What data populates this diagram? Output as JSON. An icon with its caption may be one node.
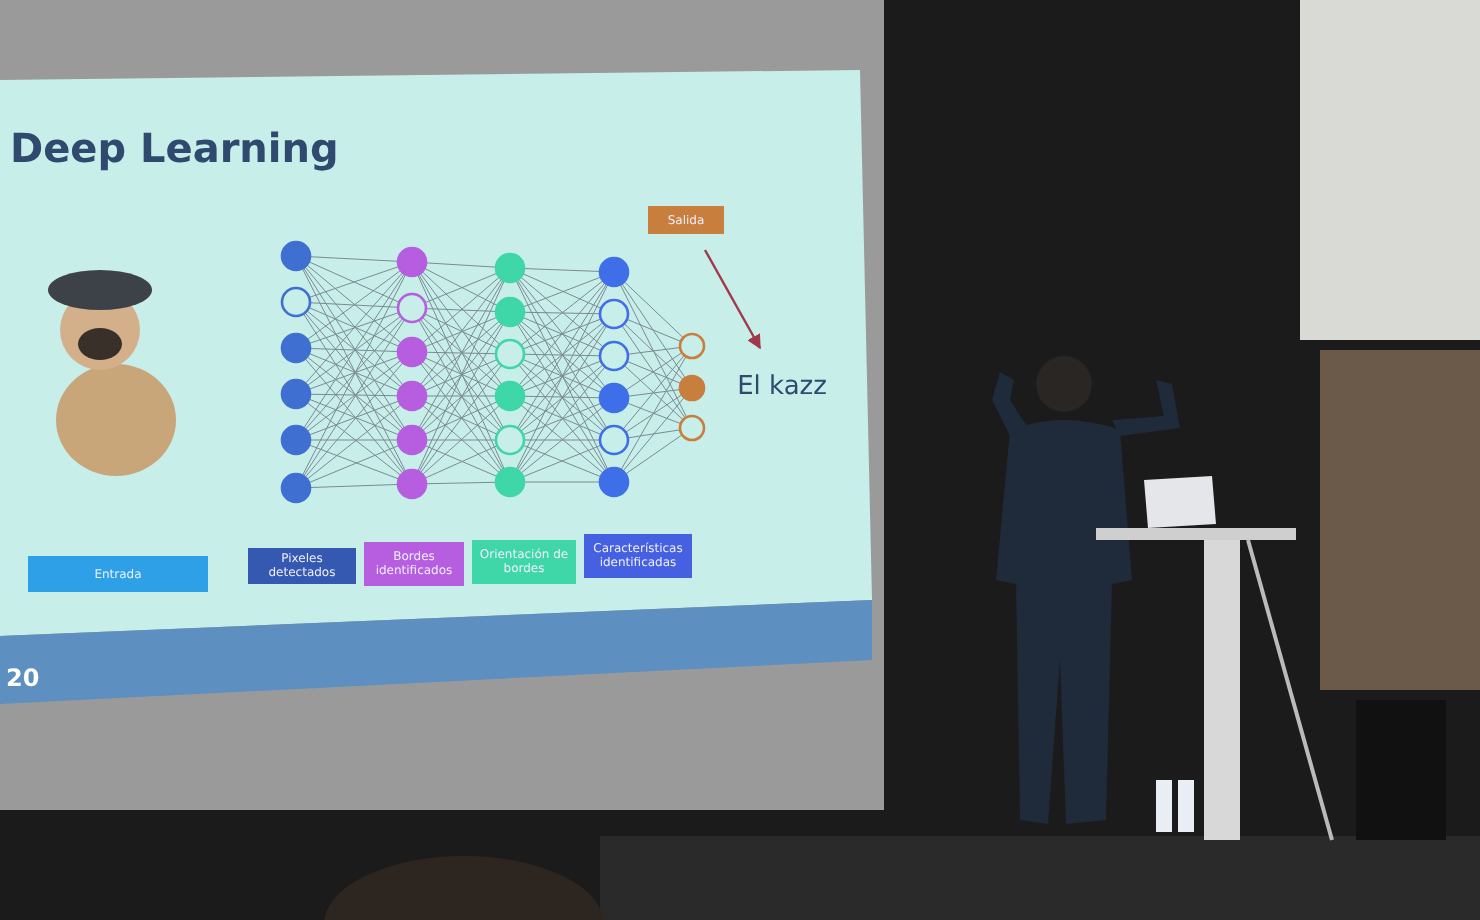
{
  "diagram": {
    "title": "Deep Learning",
    "nodes": [
      {
        "text": [
          "Entrada"
        ]
      },
      {
        "text": [
          "Pixeles detectados"
        ]
      },
      {
        "text": [
          "Bordes identificados"
        ]
      },
      {
        "text": [
          "Orientación de bordes"
        ]
      },
      {
        "text": [
          "Características identificadas"
        ]
      },
      {
        "text": [
          "Salida"
        ]
      },
      {
        "text": [
          "El kazz"
        ]
      }
    ],
    "edges": [
      {
        "from": 5,
        "to": 6,
        "arrow": "to",
        "color": "#a0394a"
      }
    ],
    "labels": [
      "20"
    ]
  }
}
